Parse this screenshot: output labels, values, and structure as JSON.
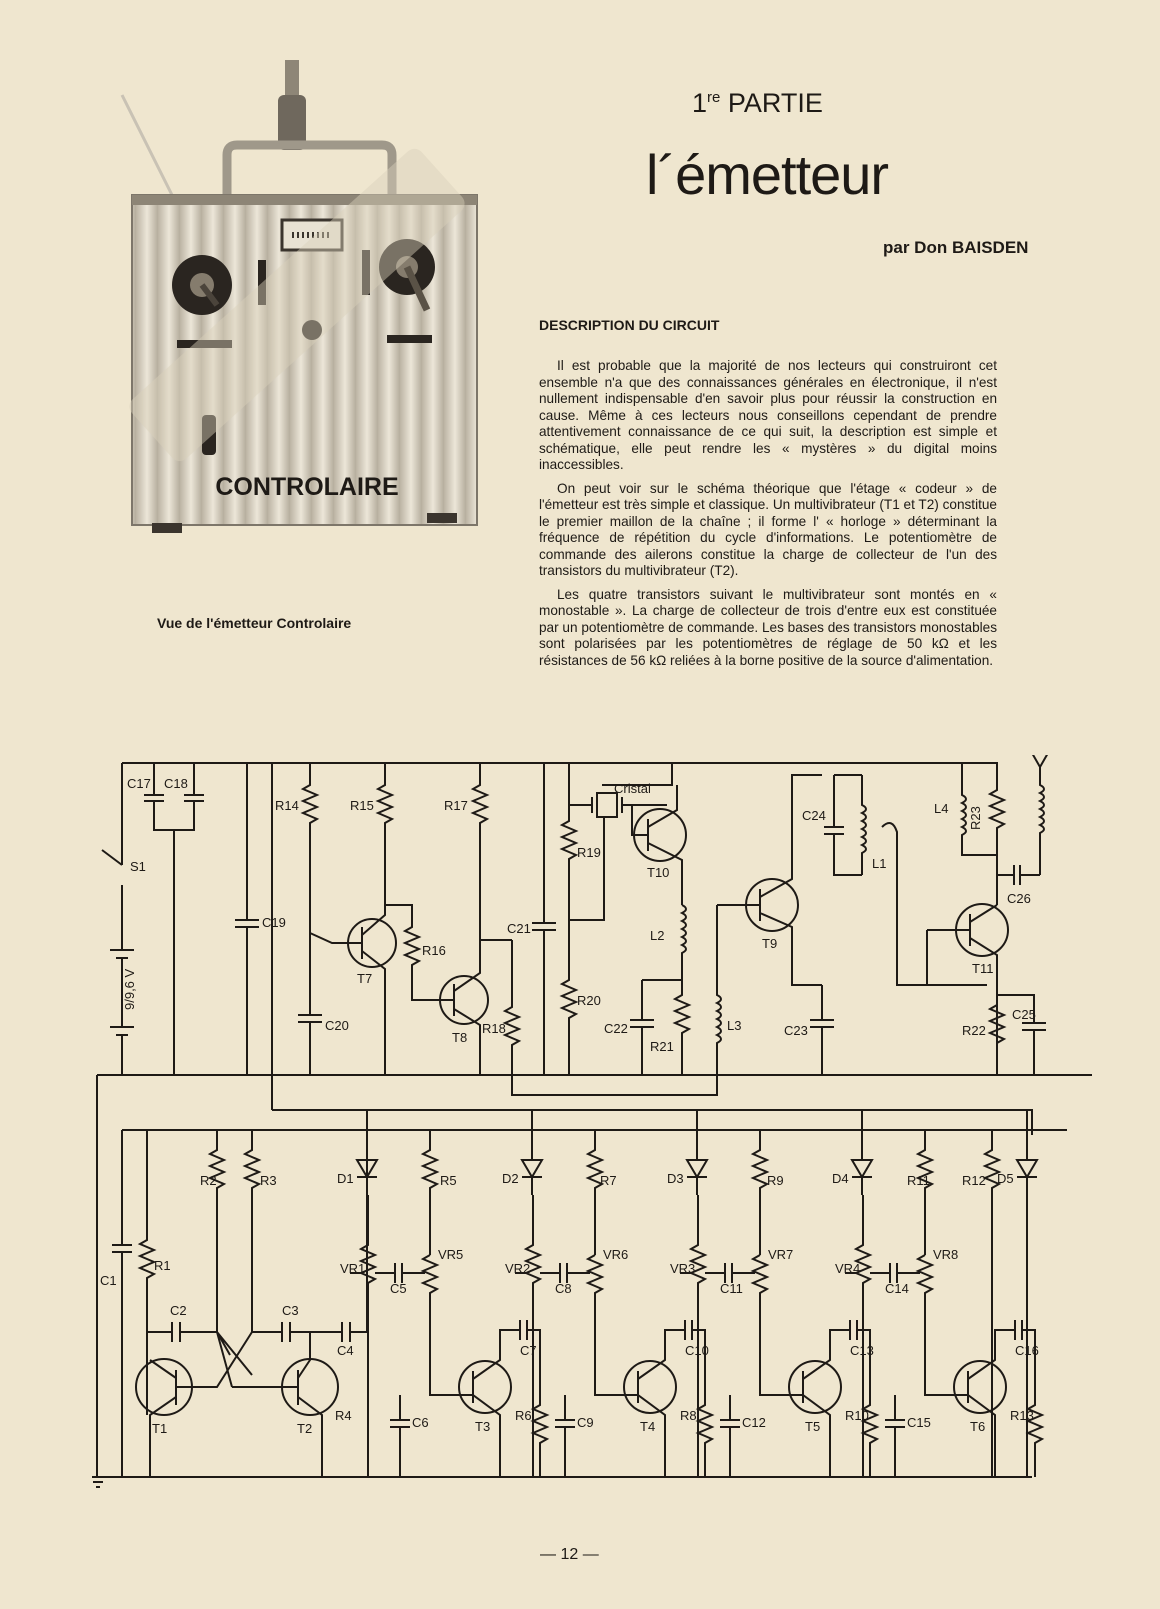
{
  "photo": {
    "brand": "CONTROLAIRE",
    "caption": "Vue de l'émetteur Controlaire"
  },
  "header": {
    "part_number": "1",
    "part_sup": "re",
    "part_word": "PARTIE",
    "title": "l´émetteur",
    "author": "par Don BAISDEN"
  },
  "article": {
    "heading": "DESCRIPTION DU CIRCUIT",
    "paragraphs": [
      "Il est probable que la majorité de nos lecteurs qui construiront cet ensemble n'a que des connaissances générales en électronique, il n'est nullement indispensable d'en savoir plus pour réussir la construction en cause. Même à ces lecteurs nous conseillons cependant de prendre attentivement connaissance de ce qui suit, la description est simple et schématique, elle peut rendre les « mystères » du digital moins inaccessibles.",
      "On peut voir sur le schéma théorique que l'étage « codeur » de l'émetteur est très simple et classique. Un multivibrateur (T1 et T2) constitue le premier maillon de la chaîne ; il forme l' « horloge » déterminant la fréquence de répétition du cycle d'informations. Le potentiomètre de commande des ailerons constitue la charge de collecteur de l'un des transistors du multivibrateur (T2).",
      "Les quatre transistors suivant le multivibrateur sont montés en « monostable ». La charge de collecteur de trois d'entre eux est constituée par un potentiomètre de commande. Les bases des transistors monostables sont polarisées par les potentiomètres de réglage de 50 kΩ et les résistances de 56 kΩ reliées à la borne positive de la source d'alimentation."
    ]
  },
  "schematic": {
    "labels": {
      "c17": "C17",
      "c18": "C18",
      "s1": "S1",
      "battery": "9/9,6 V",
      "c19": "C19",
      "c20": "C20",
      "c21": "C21",
      "r14": "R14",
      "r15": "R15",
      "r16": "R16",
      "r17": "R17",
      "r18": "R18",
      "r19": "R19",
      "r20": "R20",
      "r21": "R21",
      "r22": "R22",
      "r23": "R23",
      "c22": "C22",
      "c23": "C23",
      "c24": "C24",
      "c25": "C25",
      "c26": "C26",
      "t7": "T7",
      "t8": "T8",
      "t9": "T9",
      "t10": "T10",
      "t11": "T11",
      "l1": "L1",
      "l2": "L2",
      "l3": "L3",
      "l4": "L4",
      "cristal": "Cristal"
    },
    "bottom_resistors_top": [
      "R2",
      "R3",
      "R5",
      "R7",
      "R9",
      "R11",
      "R12"
    ],
    "diodes": [
      "D1",
      "D2",
      "D3",
      "D4",
      "D5"
    ],
    "left_labels": {
      "c1": "C1",
      "r1": "R1",
      "c2": "C2",
      "c3": "C3",
      "c4": "C4"
    },
    "stages": [
      {
        "vr_a": "VR1",
        "cap": "C5",
        "vr_b": "VR5",
        "col_c": "C7",
        "base_c": "C6",
        "t": "T3",
        "re": "R6",
        "r_low": "R4"
      },
      {
        "vr_a": "VR2",
        "cap": "C8",
        "vr_b": "VR6",
        "col_c": "C10",
        "base_c": "C9",
        "t": "T4",
        "re": "R8"
      },
      {
        "vr_a": "VR3",
        "cap": "C11",
        "vr_b": "VR7",
        "col_c": "C13",
        "base_c": "C12",
        "t": "T5",
        "re": "R10"
      },
      {
        "vr_a": "VR4",
        "cap": "C14",
        "vr_b": "VR8",
        "col_c": "C16",
        "base_c": "C15",
        "t": "T6",
        "re": "R13"
      }
    ],
    "t1": "T1",
    "t2": "T2"
  },
  "footer": {
    "page_number": "— 12 —"
  }
}
